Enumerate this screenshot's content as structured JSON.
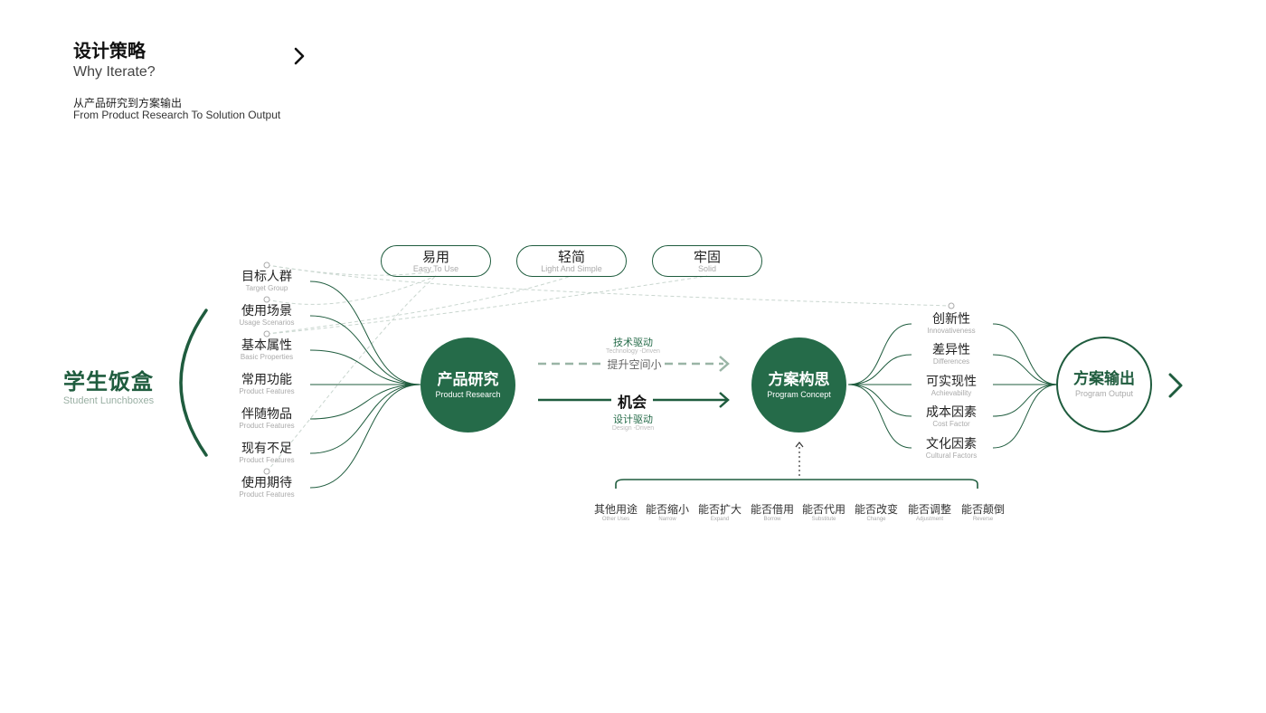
{
  "header": {
    "title_zh": "设计策略",
    "title_en": "Why Iterate?",
    "subtitle_zh": "从产品研究到方案输出",
    "subtitle_en": "From Product Research To Solution Output"
  },
  "subject": {
    "zh": "学生饭盒",
    "en": "Student Lunchboxes"
  },
  "research_items": [
    {
      "zh": "目标人群",
      "en": "Target Group"
    },
    {
      "zh": "使用场景",
      "en": "Usage Scenarios"
    },
    {
      "zh": "基本属性",
      "en": "Basic Properties"
    },
    {
      "zh": "常用功能",
      "en": "Product Features"
    },
    {
      "zh": "伴随物品",
      "en": "Product Features"
    },
    {
      "zh": "现有不足",
      "en": "Product Features"
    },
    {
      "zh": "使用期待",
      "en": "Product Features"
    }
  ],
  "pills": [
    {
      "zh": "易用",
      "en": "Easy To Use"
    },
    {
      "zh": "轻简",
      "en": "Light And Simple"
    },
    {
      "zh": "牢固",
      "en": "Solid"
    }
  ],
  "nodes": {
    "research": {
      "zh": "产品研究",
      "en": "Product Research"
    },
    "concept": {
      "zh": "方案构思",
      "en": "Program Concept"
    },
    "output": {
      "zh": "方案输出",
      "en": "Program Output"
    }
  },
  "arrows": {
    "tech_zh": "技术驱动",
    "tech_en": "Technology -Driven",
    "tech_mid": "提升空间小",
    "opportunity": "机会",
    "design_zh": "设计驱动",
    "design_en": "Design -Driven"
  },
  "factors": [
    {
      "zh": "创新性",
      "en": "Innovativeness"
    },
    {
      "zh": "差异性",
      "en": "Differences"
    },
    {
      "zh": "可实现性",
      "en": "Achievability"
    },
    {
      "zh": "成本因素",
      "en": "Cost Factor"
    },
    {
      "zh": "文化因素",
      "en": "Cultural Factors"
    }
  ],
  "methods": [
    {
      "zh": "其他用途",
      "en": "Other Uses"
    },
    {
      "zh": "能否缩小",
      "en": "Narrow"
    },
    {
      "zh": "能否扩大",
      "en": "Expand"
    },
    {
      "zh": "能否借用",
      "en": "Borrow"
    },
    {
      "zh": "能否代用",
      "en": "Substitute"
    },
    {
      "zh": "能否改变",
      "en": "Change"
    },
    {
      "zh": "能否调整",
      "en": "Adjustment"
    },
    {
      "zh": "能否颠倒",
      "en": "Reverse"
    }
  ],
  "colors": {
    "primary": "#256b49",
    "dark": "#1f5c3e",
    "dash": "#9ab5a6",
    "light_line": "#c9d6cf"
  }
}
